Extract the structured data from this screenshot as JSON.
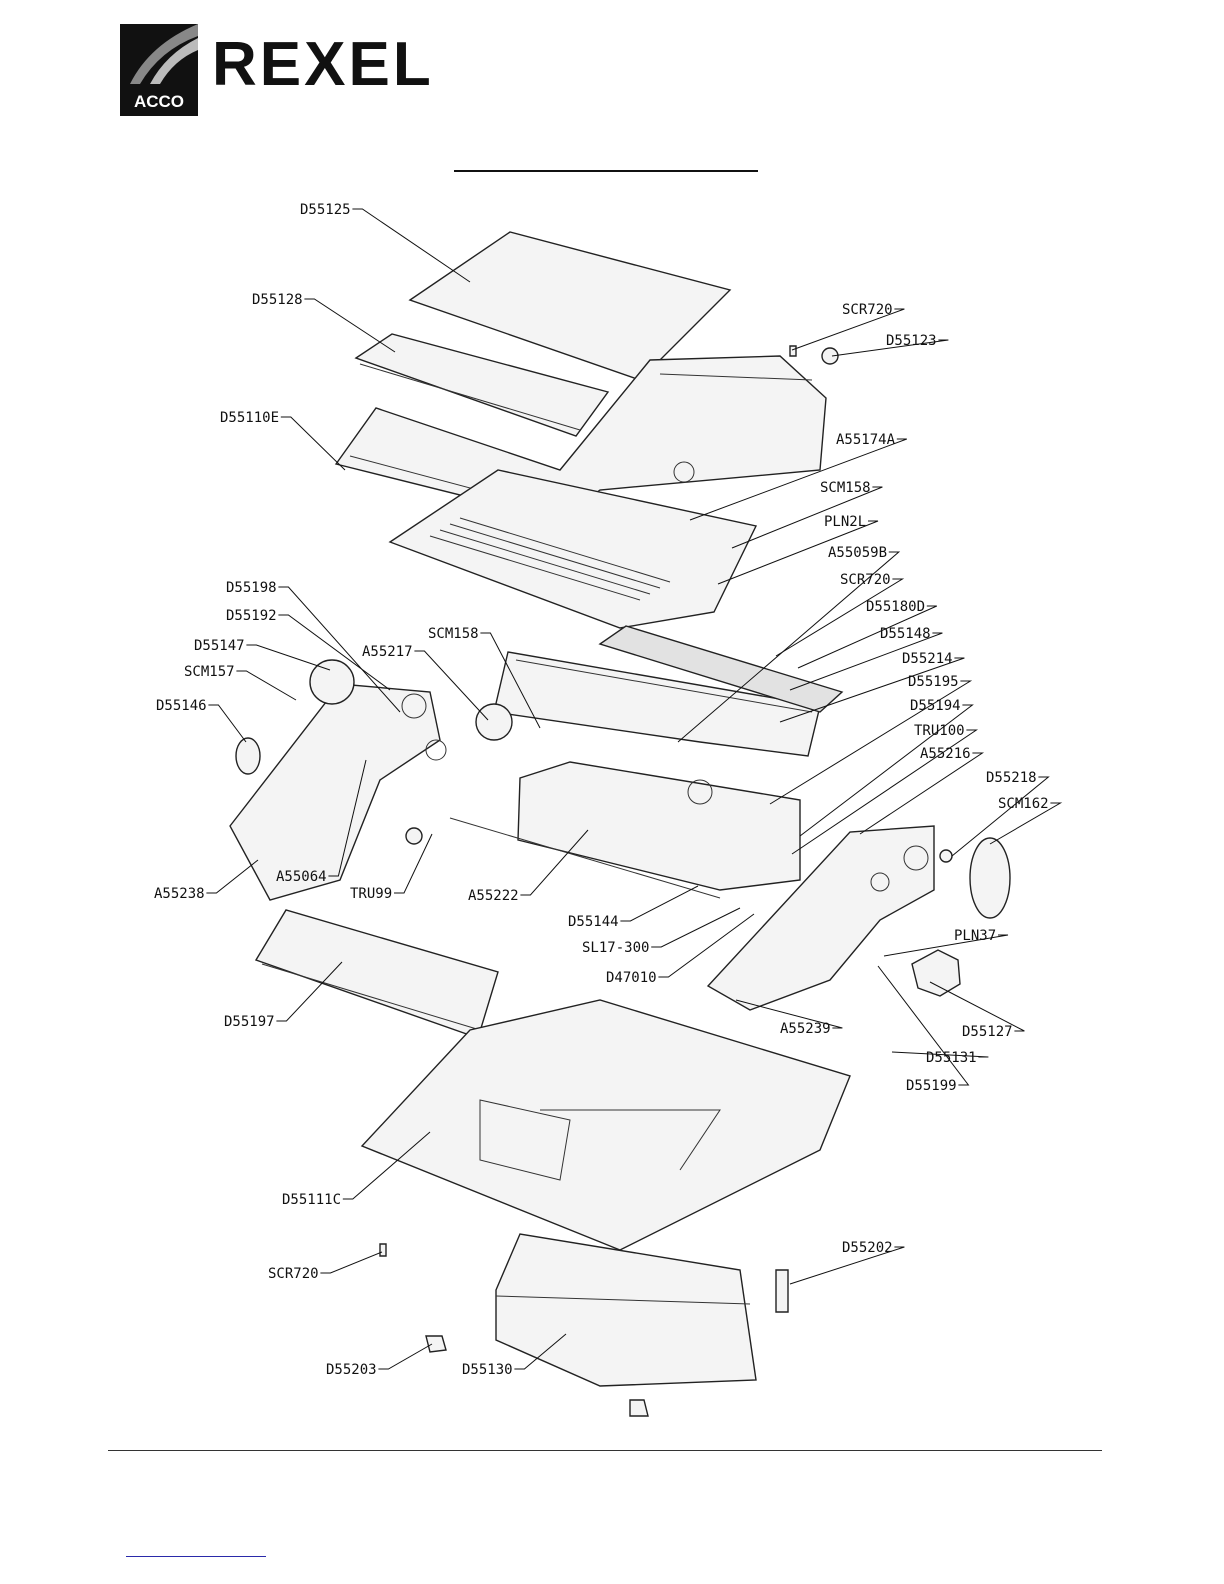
{
  "brand": {
    "logo_text": "ACCO",
    "name": "REXEL"
  },
  "parts": [
    {
      "id": "D55125"
    },
    {
      "id": "D55128"
    },
    {
      "id": "SCR720"
    },
    {
      "id": "D55123"
    },
    {
      "id": "D55110E"
    },
    {
      "id": "A55174A"
    },
    {
      "id": "SCM158"
    },
    {
      "id": "PLN2L"
    },
    {
      "id": "A55059B"
    },
    {
      "id": "SCR720"
    },
    {
      "id": "D55180D"
    },
    {
      "id": "D55148"
    },
    {
      "id": "D55214"
    },
    {
      "id": "D55195"
    },
    {
      "id": "D55194"
    },
    {
      "id": "TRU100"
    },
    {
      "id": "A55216"
    },
    {
      "id": "D55218"
    },
    {
      "id": "SCM162"
    },
    {
      "id": "D55198"
    },
    {
      "id": "D55192"
    },
    {
      "id": "D55147"
    },
    {
      "id": "SCM157"
    },
    {
      "id": "D55146"
    },
    {
      "id": "A55217"
    },
    {
      "id": "SCM158"
    },
    {
      "id": "A55238"
    },
    {
      "id": "A55064"
    },
    {
      "id": "TRU99"
    },
    {
      "id": "A55222"
    },
    {
      "id": "D55144"
    },
    {
      "id": "SL17-300"
    },
    {
      "id": "D47010"
    },
    {
      "id": "PLN37"
    },
    {
      "id": "D55127"
    },
    {
      "id": "A55239"
    },
    {
      "id": "D55131"
    },
    {
      "id": "D55199"
    },
    {
      "id": "D55197"
    },
    {
      "id": "D55111C"
    },
    {
      "id": "SCR720"
    },
    {
      "id": "D55202"
    },
    {
      "id": "D55203"
    },
    {
      "id": "D55130"
    }
  ]
}
